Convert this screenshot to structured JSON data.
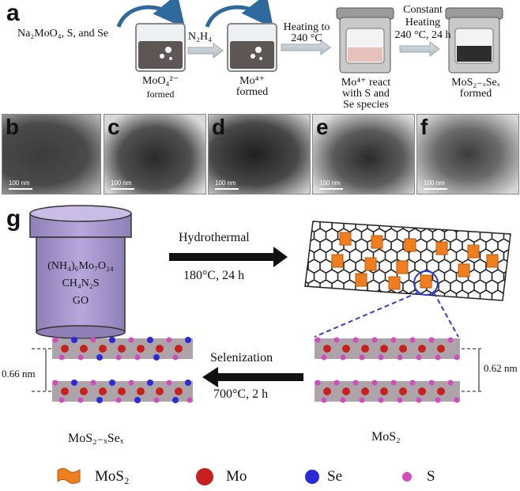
{
  "panel_a": {
    "letter": "a",
    "reactants": "Na₂MoO₄, S, and Se",
    "reagent": "N₂H₄",
    "step1_label": "MoO₄²⁻",
    "step1_sub": "formed",
    "step2_label": "Mo⁴⁺",
    "step2_sub": "formed",
    "heating_label": "Heating to",
    "heating_temp": "240 °C",
    "step3_line1": "Mo⁴⁺ react",
    "step3_line2": "with S and",
    "step3_line3": "Se species",
    "constant_line1": "Constant",
    "constant_line2": "Heating",
    "constant_line3": "240 °C, 24 h",
    "step4_label": "MoS₂₋ₓSeₓ",
    "step4_sub": "formed"
  },
  "tem_panels": [
    {
      "letter": "b",
      "scale": "100 nm"
    },
    {
      "letter": "c",
      "scale": "100 nm"
    },
    {
      "letter": "d",
      "scale": "100 nm"
    },
    {
      "letter": "e",
      "scale": "100 nm"
    },
    {
      "letter": "f",
      "scale": "100 nm"
    }
  ],
  "panel_g": {
    "letter": "g",
    "vessel_line1": "(NH₄)₆Mo₇O₂₄",
    "vessel_line2": "CH₄N₂S",
    "vessel_line3": "GO",
    "hydro_label": "Hydrothermal",
    "hydro_cond": "180°C, 24 h",
    "selen_label": "Selenization",
    "selen_cond": "700°C, 2 h",
    "left_spacing": "0.66 nm",
    "right_spacing": "0.62 nm",
    "left_name": "MoS₂₋ₓSeₓ",
    "right_name": "MoS₂"
  },
  "legend": [
    {
      "label": "MoS₂",
      "color": "#f07d1e",
      "icon": "mos2-sheet-icon"
    },
    {
      "label": "Mo",
      "color": "#c8201e",
      "icon": "mo-atom-icon"
    },
    {
      "label": "Se",
      "color": "#2a2ad6",
      "icon": "se-atom-icon"
    },
    {
      "label": "S",
      "color": "#d24cc0",
      "icon": "s-atom-icon"
    }
  ]
}
